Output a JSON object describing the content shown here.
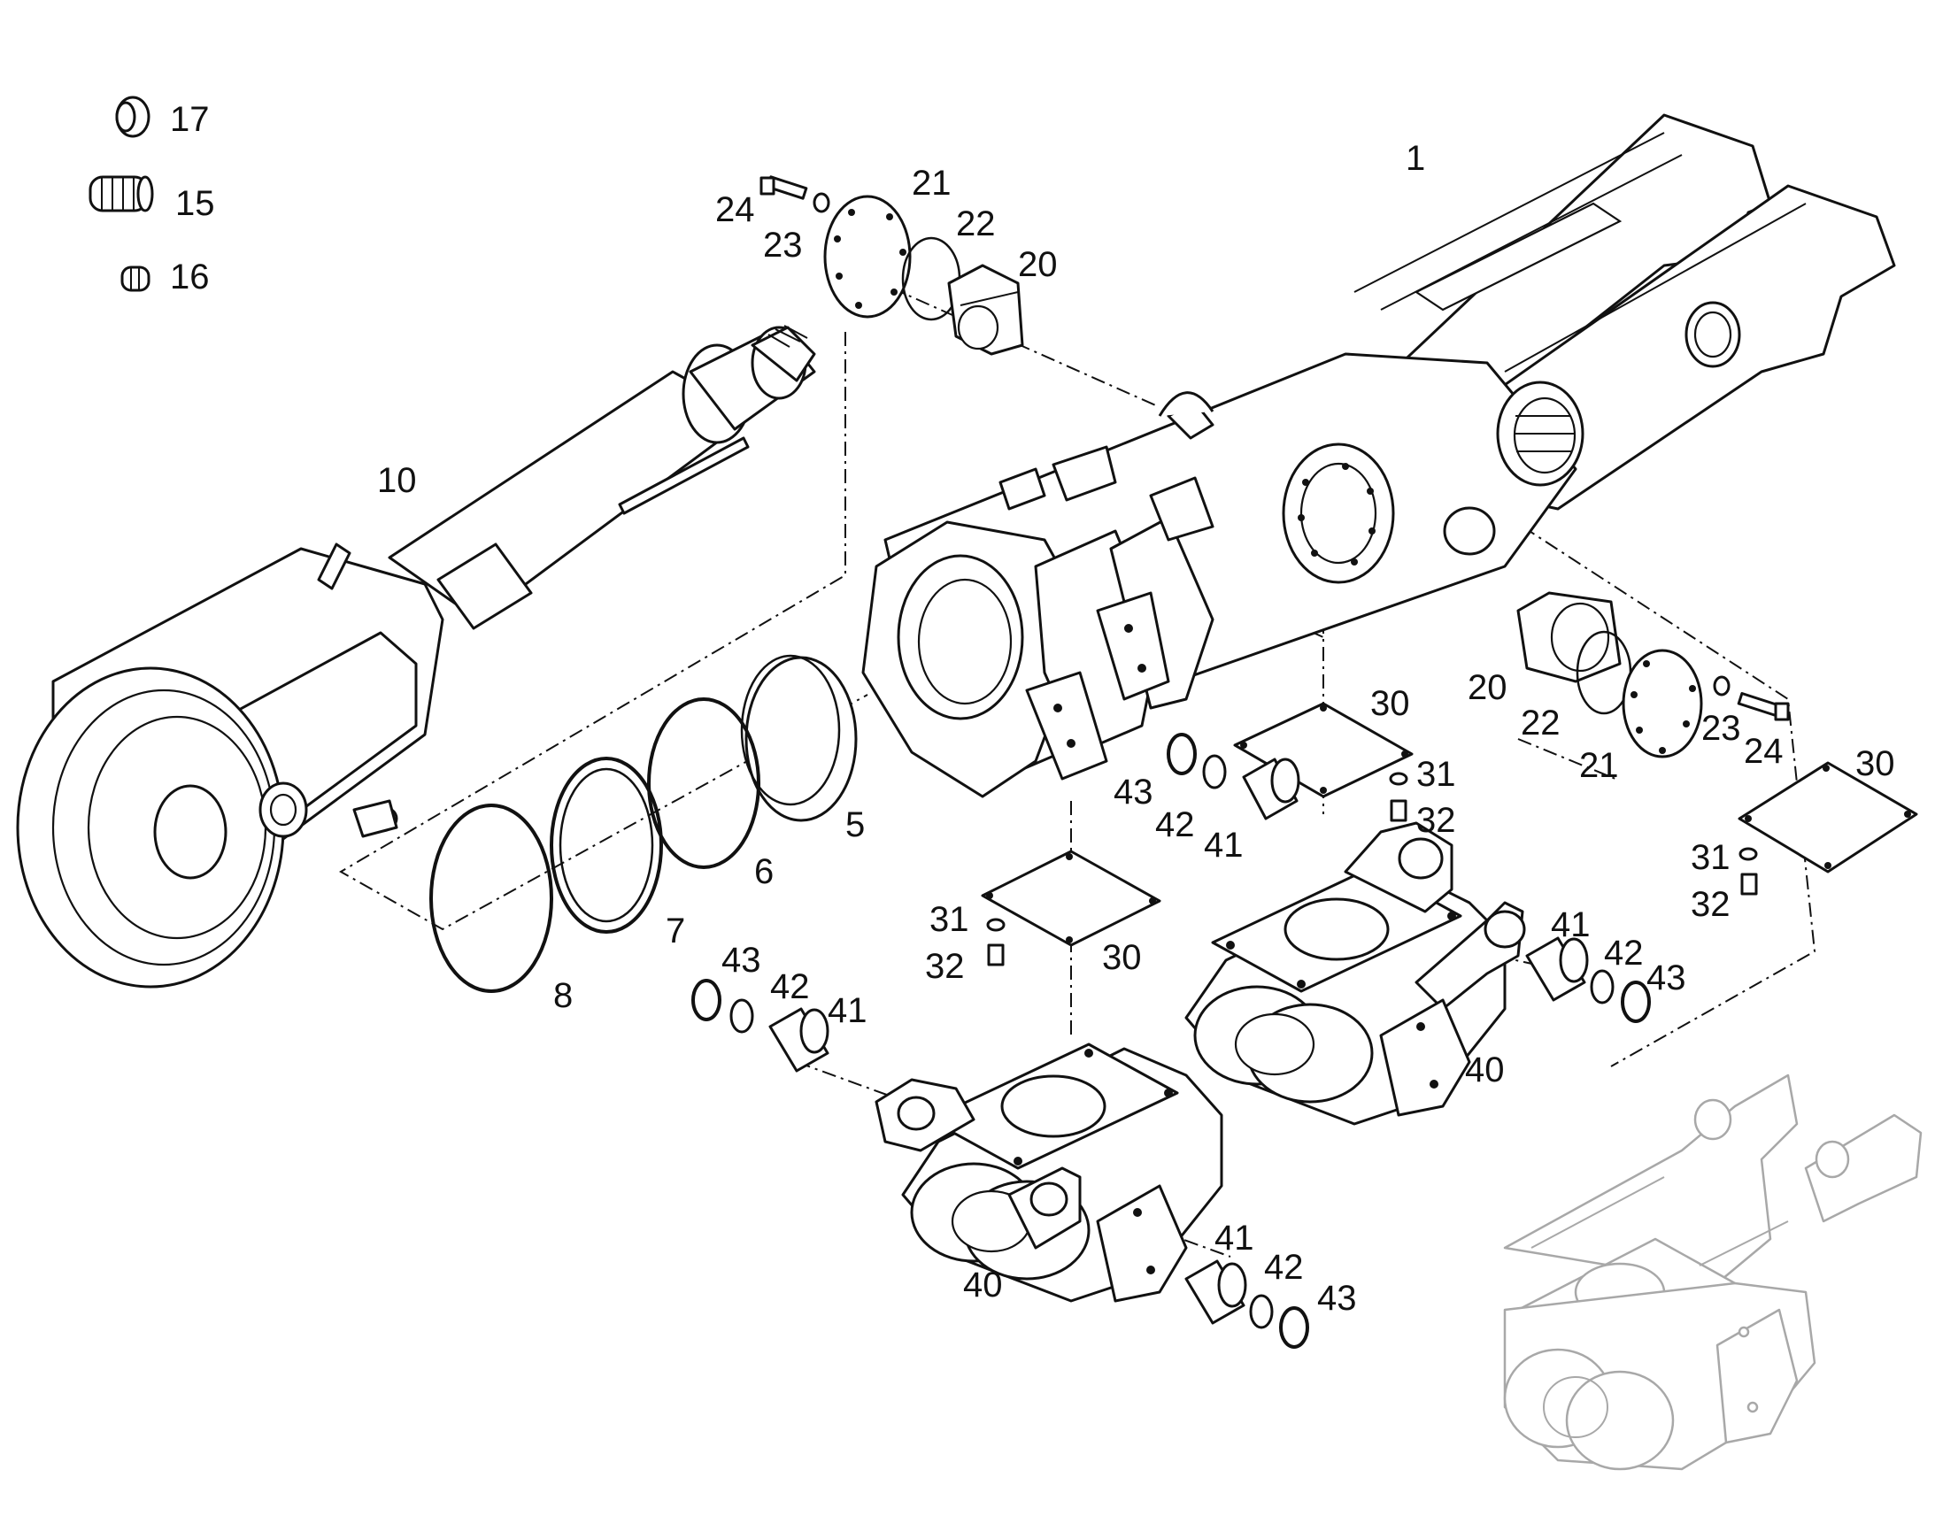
{
  "callouts": [
    {
      "id": "c17",
      "text": "17"
    },
    {
      "id": "c15",
      "text": "15"
    },
    {
      "id": "c16",
      "text": "16"
    },
    {
      "id": "c1",
      "text": "1"
    },
    {
      "id": "c21a",
      "text": "21"
    },
    {
      "id": "c24a",
      "text": "24"
    },
    {
      "id": "c22a",
      "text": "22"
    },
    {
      "id": "c23a",
      "text": "23"
    },
    {
      "id": "c20a",
      "text": "20"
    },
    {
      "id": "c10",
      "text": "10"
    },
    {
      "id": "c30a",
      "text": "30"
    },
    {
      "id": "c20b",
      "text": "20"
    },
    {
      "id": "c22b",
      "text": "22"
    },
    {
      "id": "c23b",
      "text": "23"
    },
    {
      "id": "c24b",
      "text": "24"
    },
    {
      "id": "c21b",
      "text": "21"
    },
    {
      "id": "c30b",
      "text": "30"
    },
    {
      "id": "c31a",
      "text": "31"
    },
    {
      "id": "c32a",
      "text": "32"
    },
    {
      "id": "c43a",
      "text": "43"
    },
    {
      "id": "c42a",
      "text": "42"
    },
    {
      "id": "c41a",
      "text": "41"
    },
    {
      "id": "c5",
      "text": "5"
    },
    {
      "id": "c6",
      "text": "6"
    },
    {
      "id": "c7",
      "text": "7"
    },
    {
      "id": "c8",
      "text": "8"
    },
    {
      "id": "c31b",
      "text": "31"
    },
    {
      "id": "c32b",
      "text": "32"
    },
    {
      "id": "c30c",
      "text": "30"
    },
    {
      "id": "c41b",
      "text": "41"
    },
    {
      "id": "c42b",
      "text": "42"
    },
    {
      "id": "c43b",
      "text": "43"
    },
    {
      "id": "c31c",
      "text": "31"
    },
    {
      "id": "c32c",
      "text": "32"
    },
    {
      "id": "c43c",
      "text": "43"
    },
    {
      "id": "c42c",
      "text": "42"
    },
    {
      "id": "c41c",
      "text": "41"
    },
    {
      "id": "c40a",
      "text": "40"
    },
    {
      "id": "c41d",
      "text": "41"
    },
    {
      "id": "c42d",
      "text": "42"
    },
    {
      "id": "c43d",
      "text": "43"
    },
    {
      "id": "c40b",
      "text": "40"
    }
  ]
}
